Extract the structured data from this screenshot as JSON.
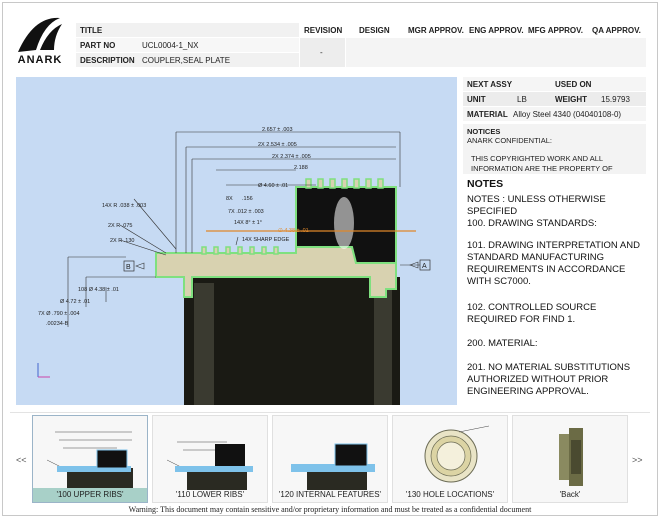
{
  "header": {
    "logo_text": "ANARK",
    "title_label": "TITLE",
    "part_no_label": "PART NO",
    "part_no_value": "UCL0004-1_NX",
    "description_label": "DESCRIPTION",
    "description_value": "COUPLER,SEAL PLATE",
    "revision_label": "REVISION",
    "revision_value": "-",
    "approvals": [
      "DESIGN",
      "MGR APPROV.",
      "ENG APPROV.",
      "MFG APPROV.",
      "QA APPROV."
    ]
  },
  "drawing": {
    "dims": [
      "2.657 ± .003",
      "2X 2.534 ± .005",
      "2X 2.374 ± .005",
      "2.188",
      "Ø 4.60 ± .01",
      "8X",
      ".156",
      "7X .012 ± .003",
      "14X R .038 ± .003",
      "14X 8° ± 1°",
      "2X R .075",
      "14X SHARP EDGE",
      "2X R .130",
      "∅ 4.38 ± .01",
      "108 Ø 4.38 ± .01",
      "Ø 4.72 ± .01",
      "7X Ø .790 ± .004",
      ".00234-B"
    ],
    "datum_a": "A",
    "datum_b": "B"
  },
  "panel": {
    "next_assy_label": "NEXT ASSY",
    "used_on_label": "USED ON",
    "unit_label": "UNIT",
    "unit_value": "LB",
    "weight_label": "WEIGHT",
    "weight_value": "15.9793",
    "material_label": "MATERIAL",
    "material_value": "Alloy Steel 4340 (04040108-0)",
    "notices_heading": "NOTICES",
    "notices_line1": "ANARK CONFIDENTIAL:",
    "notices_line2": "THIS COPYRIGHTED WORK AND ALL",
    "notices_line3": "INFORMATION ARE THE PROPERTY OF"
  },
  "notes": {
    "heading": "NOTES",
    "lines": [
      "NOTES : UNLESS OTHERWISE SPECIFIED",
      "100. DRAWING STANDARDS:",
      "101. DRAWING INTERPRETATION AND STANDARD MANUFACTURING REQUIREMENTS IN ACCORDANCE WITH SC7000.",
      "102. CONTROLLED SOURCE REQUIRED FOR FIND 1.",
      "200. MATERIAL:",
      "201. NO MATERIAL SUBSTITUTIONS AUTHORIZED WITHOUT PRIOR ENGINEERING APPROVAL."
    ]
  },
  "thumbnails": {
    "prev": "<<",
    "next": ">>",
    "items": [
      "'100 UPPER RIBS'",
      "'110 LOWER RIBS'",
      "'120 INTERNAL FEATURES'",
      "'130 HOLE LOCATIONS'",
      "'Back'"
    ],
    "selected_index": 0
  },
  "footer": {
    "warning": "Warning: This document may contain sensitive and/or proprietary information and must be treated as a confidential document"
  },
  "colors": {
    "drawing_bg": "#c6daf3",
    "part_flange": "#d8d2b0",
    "part_highlight": "#7fe07f",
    "selected_caption": "#a8d0c8"
  }
}
